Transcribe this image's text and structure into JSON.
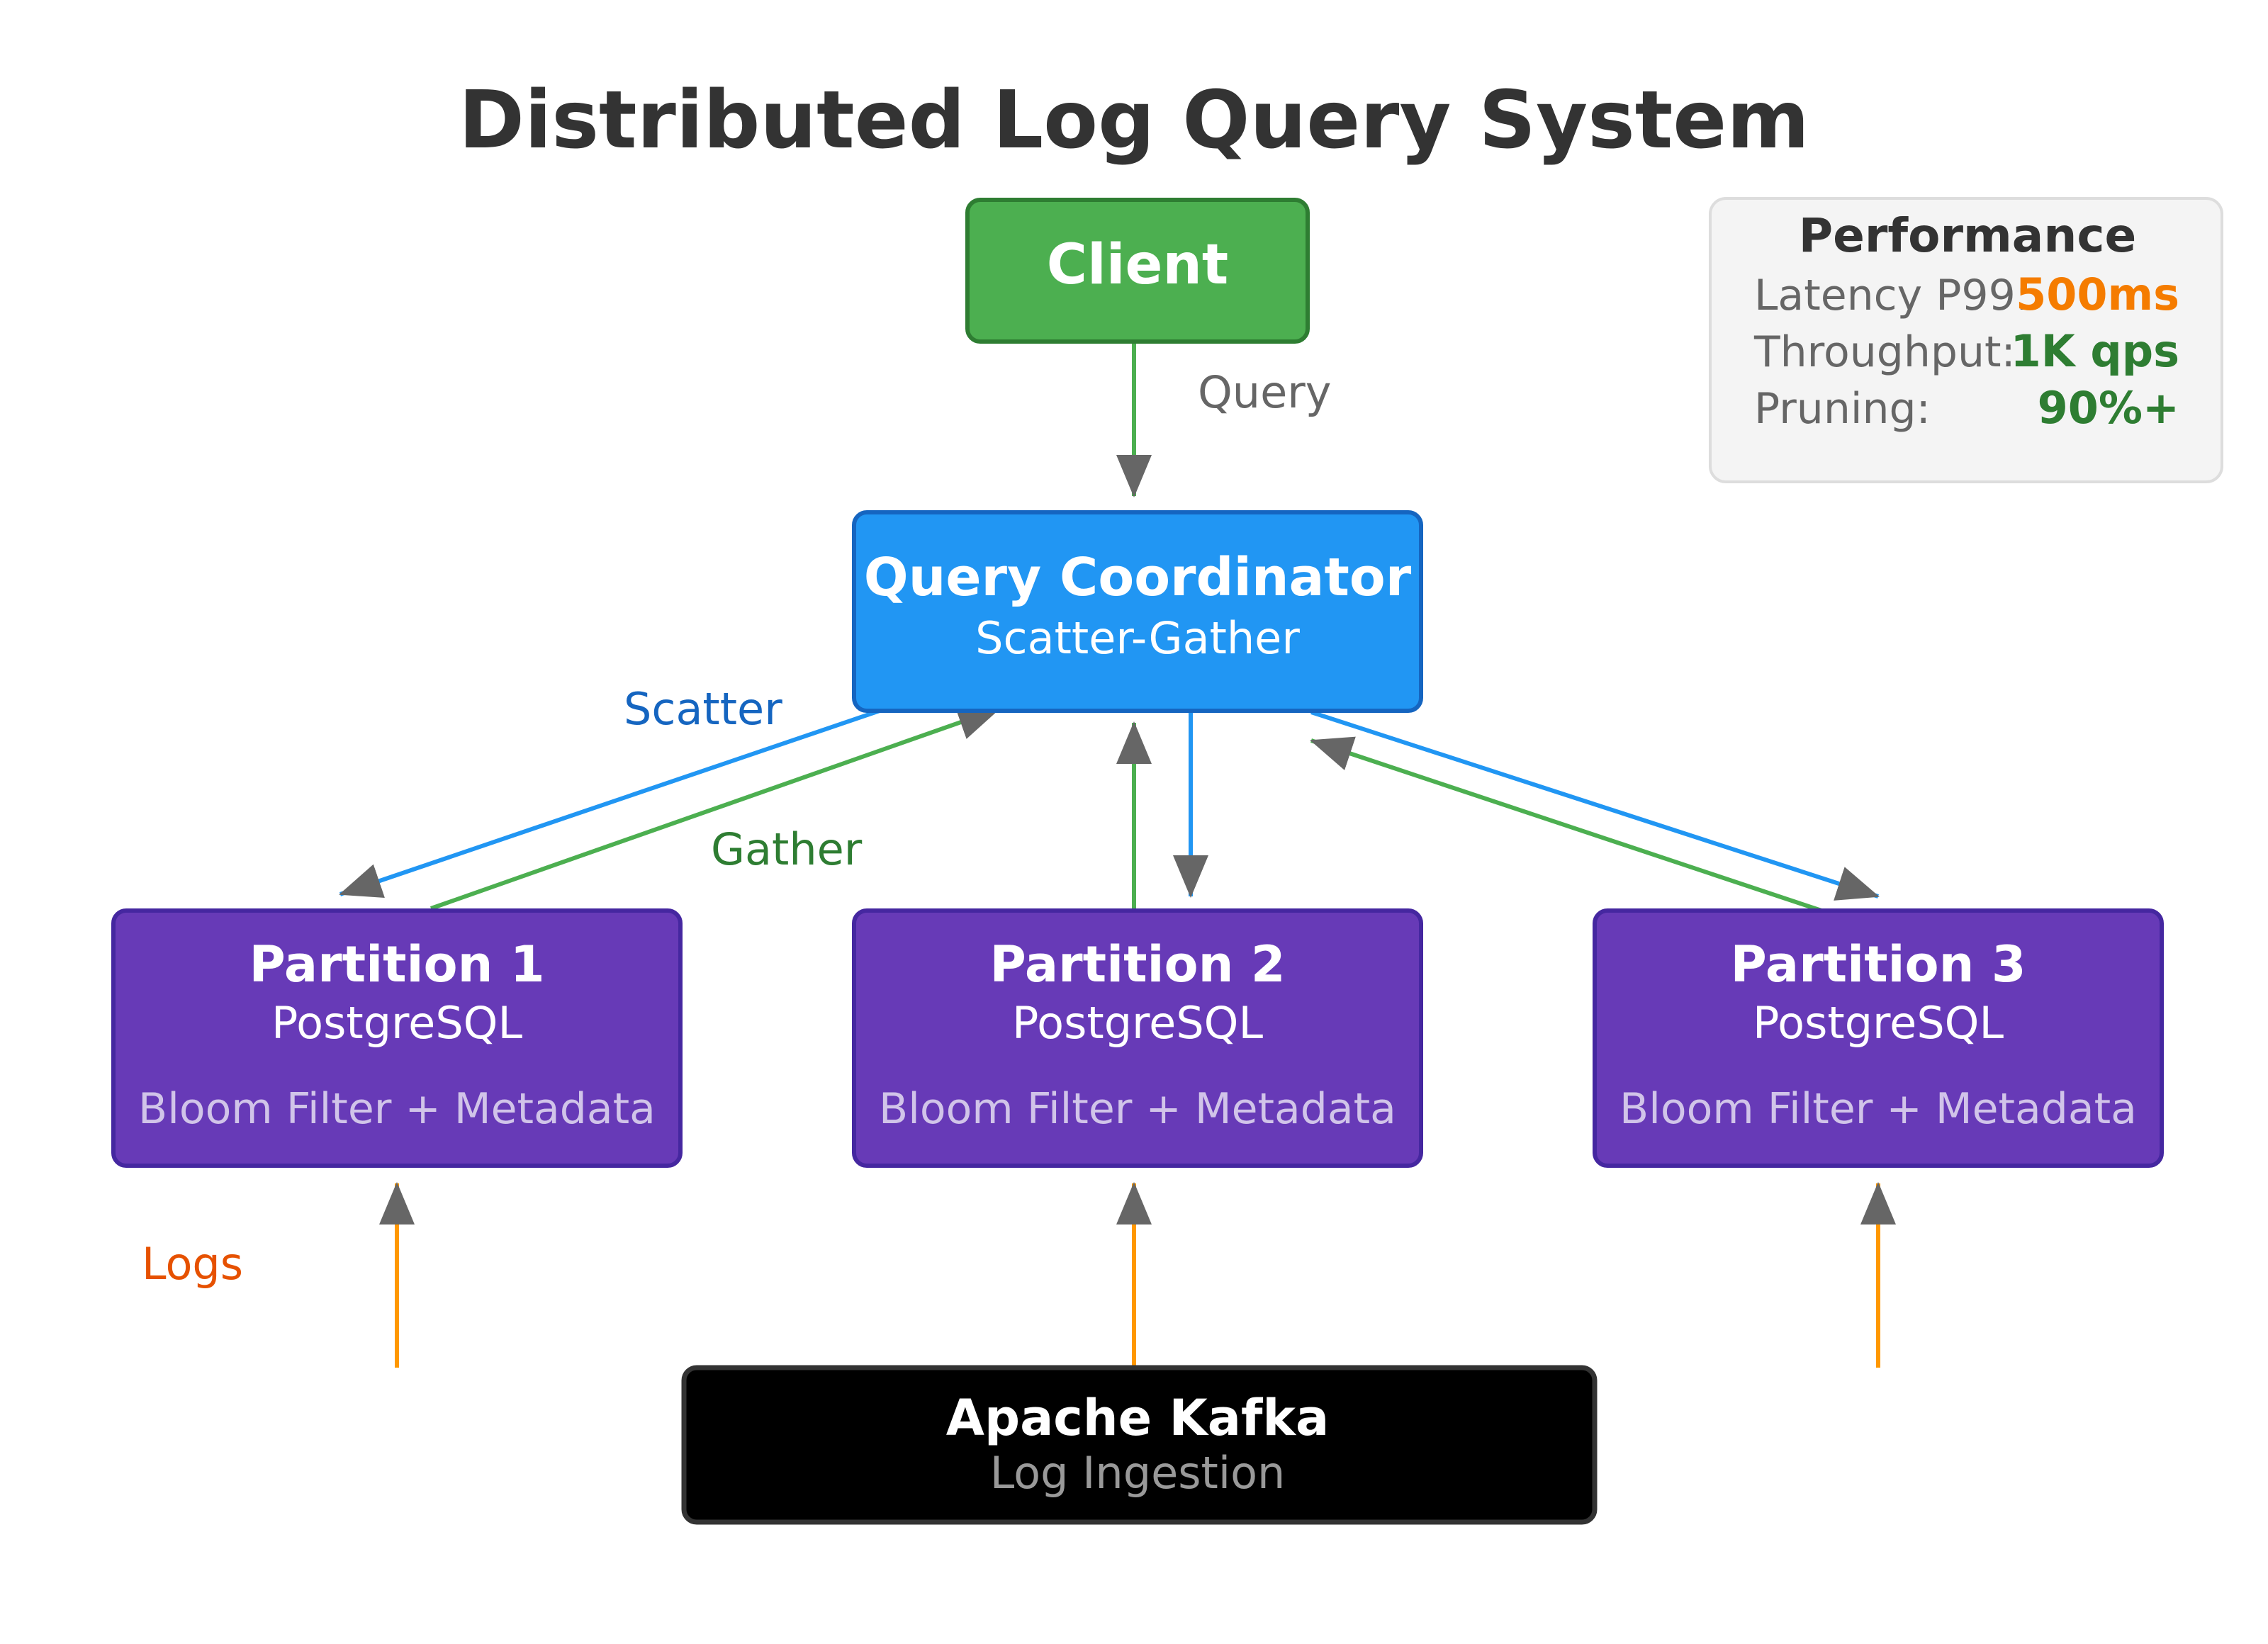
{
  "title": "Distributed Log Query System",
  "client": {
    "label": "Client"
  },
  "coordinator": {
    "label": "Query Coordinator",
    "sub": "Scatter-Gather"
  },
  "partitions": [
    {
      "label": "Partition 1",
      "db": "PostgreSQL",
      "detail": "Bloom Filter + Metadata"
    },
    {
      "label": "Partition 2",
      "db": "PostgreSQL",
      "detail": "Bloom Filter + Metadata"
    },
    {
      "label": "Partition 3",
      "db": "PostgreSQL",
      "detail": "Bloom Filter + Metadata"
    }
  ],
  "kafka": {
    "label": "Apache Kafka",
    "sub": "Log Ingestion"
  },
  "edge_labels": {
    "query": "Query",
    "scatter": "Scatter",
    "gather": "Gather",
    "logs": "Logs"
  },
  "performance": {
    "title": "Performance",
    "rows": [
      {
        "label": "Latency P99:",
        "value": "500ms",
        "color": "#f57c00"
      },
      {
        "label": "Throughput:",
        "value": "1K qps",
        "color": "#2e7d32"
      },
      {
        "label": "Pruning:",
        "value": "90%+",
        "color": "#2e7d32"
      }
    ]
  },
  "colors": {
    "client": "#4caf50",
    "coordinator": "#2196f3",
    "partition": "#673ab7",
    "kafka": "#000000",
    "scatter": "#2196f3",
    "gather": "#4caf50",
    "logs": "#ff9800"
  }
}
